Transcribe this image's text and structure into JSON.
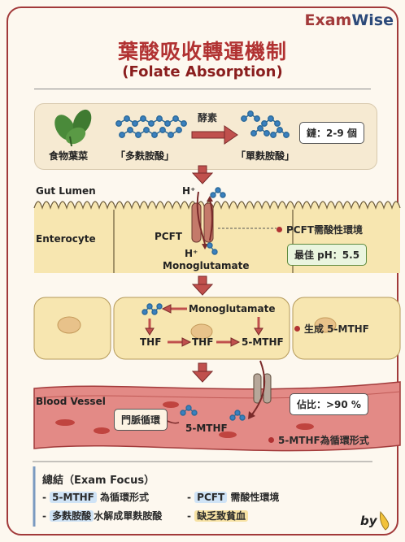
{
  "brand": {
    "part1": "Exam",
    "part2": "Wise"
  },
  "title": "葉酸吸收轉運機制",
  "subtitle": "(Folate Absorption)",
  "top": {
    "food_label": "食物葉菜",
    "poly_label": "「多麩胺酸」",
    "enzyme_label": "酵素",
    "mono_label": "「單麩胺酸」",
    "chain_tag": "鏈：2-9 個"
  },
  "lumen": {
    "gut_lumen": "Gut Lumen",
    "enterocyte": "Enterocyte",
    "h_plus_top": "H⁺",
    "pcft": "PCFT",
    "h_plus_bottom": "H⁺",
    "monoglutamate": "Monoglutamate",
    "pcft_note": "PCFT需酸性環境",
    "ph_tag": "最佳 pH：5.5"
  },
  "cell": {
    "monoglutamate": "Monoglutamate",
    "thf1": "THF",
    "thf2": "THF",
    "mthf": "5-MTHF",
    "note": "生成 5-MTHF"
  },
  "blood": {
    "label": "Blood Vessel",
    "portal": "門脈循環",
    "mthf": "5-MTHF",
    "ratio_tag": "佔比：>90 %",
    "note": "5-MTHF為循環形式"
  },
  "summary": {
    "heading": "總結（Exam Focus）",
    "items": [
      {
        "prefix": "- ",
        "hl": "5-MTHF",
        "rest": " 為循環形式"
      },
      {
        "prefix": "- ",
        "hl": "PCFT",
        "rest": " 需酸性環境"
      },
      {
        "prefix": "- ",
        "hl": "多麩胺酸",
        "rest": "水解成單麩胺酸"
      },
      {
        "prefix": "- ",
        "hl": "缺乏致貧血",
        "rest": ""
      }
    ]
  },
  "signature": {
    "by": "by"
  },
  "colors": {
    "accent": "#b13232",
    "navy": "#2c4a7a",
    "blood": "#d9534f",
    "cell": "#f7e6b0"
  }
}
